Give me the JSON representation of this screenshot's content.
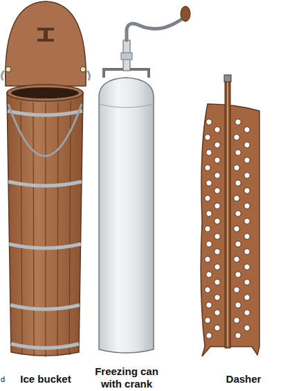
{
  "diagram": {
    "labels": [
      "Ice bucket",
      "Freezing can with crank",
      "Dasher",
      "d"
    ]
  }
}
